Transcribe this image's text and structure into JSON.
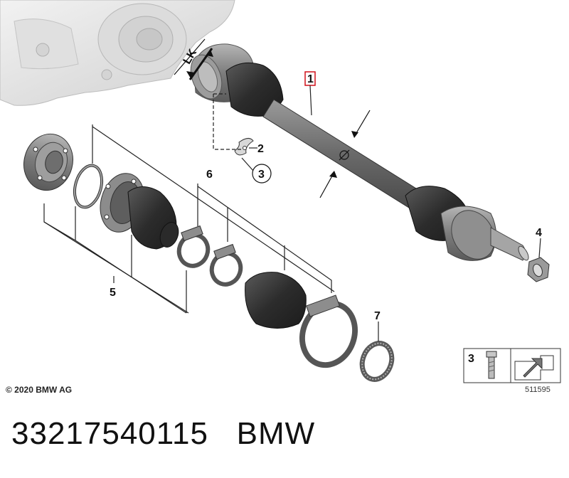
{
  "diagram": {
    "callouts": {
      "c1": "1",
      "c2": "2",
      "c3": "3",
      "c4": "4",
      "c5": "5",
      "c6": "6",
      "c7": "7"
    },
    "lk_label": "LK",
    "legend": {
      "item_number": "3"
    },
    "diagram_number": "511595",
    "copyright": "© 2020 BMW AG"
  },
  "footer": {
    "part_number": "33217540115",
    "brand": "BMW"
  },
  "colors": {
    "housing": "#e6e6e6",
    "rubber": "#3a3a3a",
    "metal": "#8a8a8a",
    "highlight_box": "#d0101a"
  }
}
